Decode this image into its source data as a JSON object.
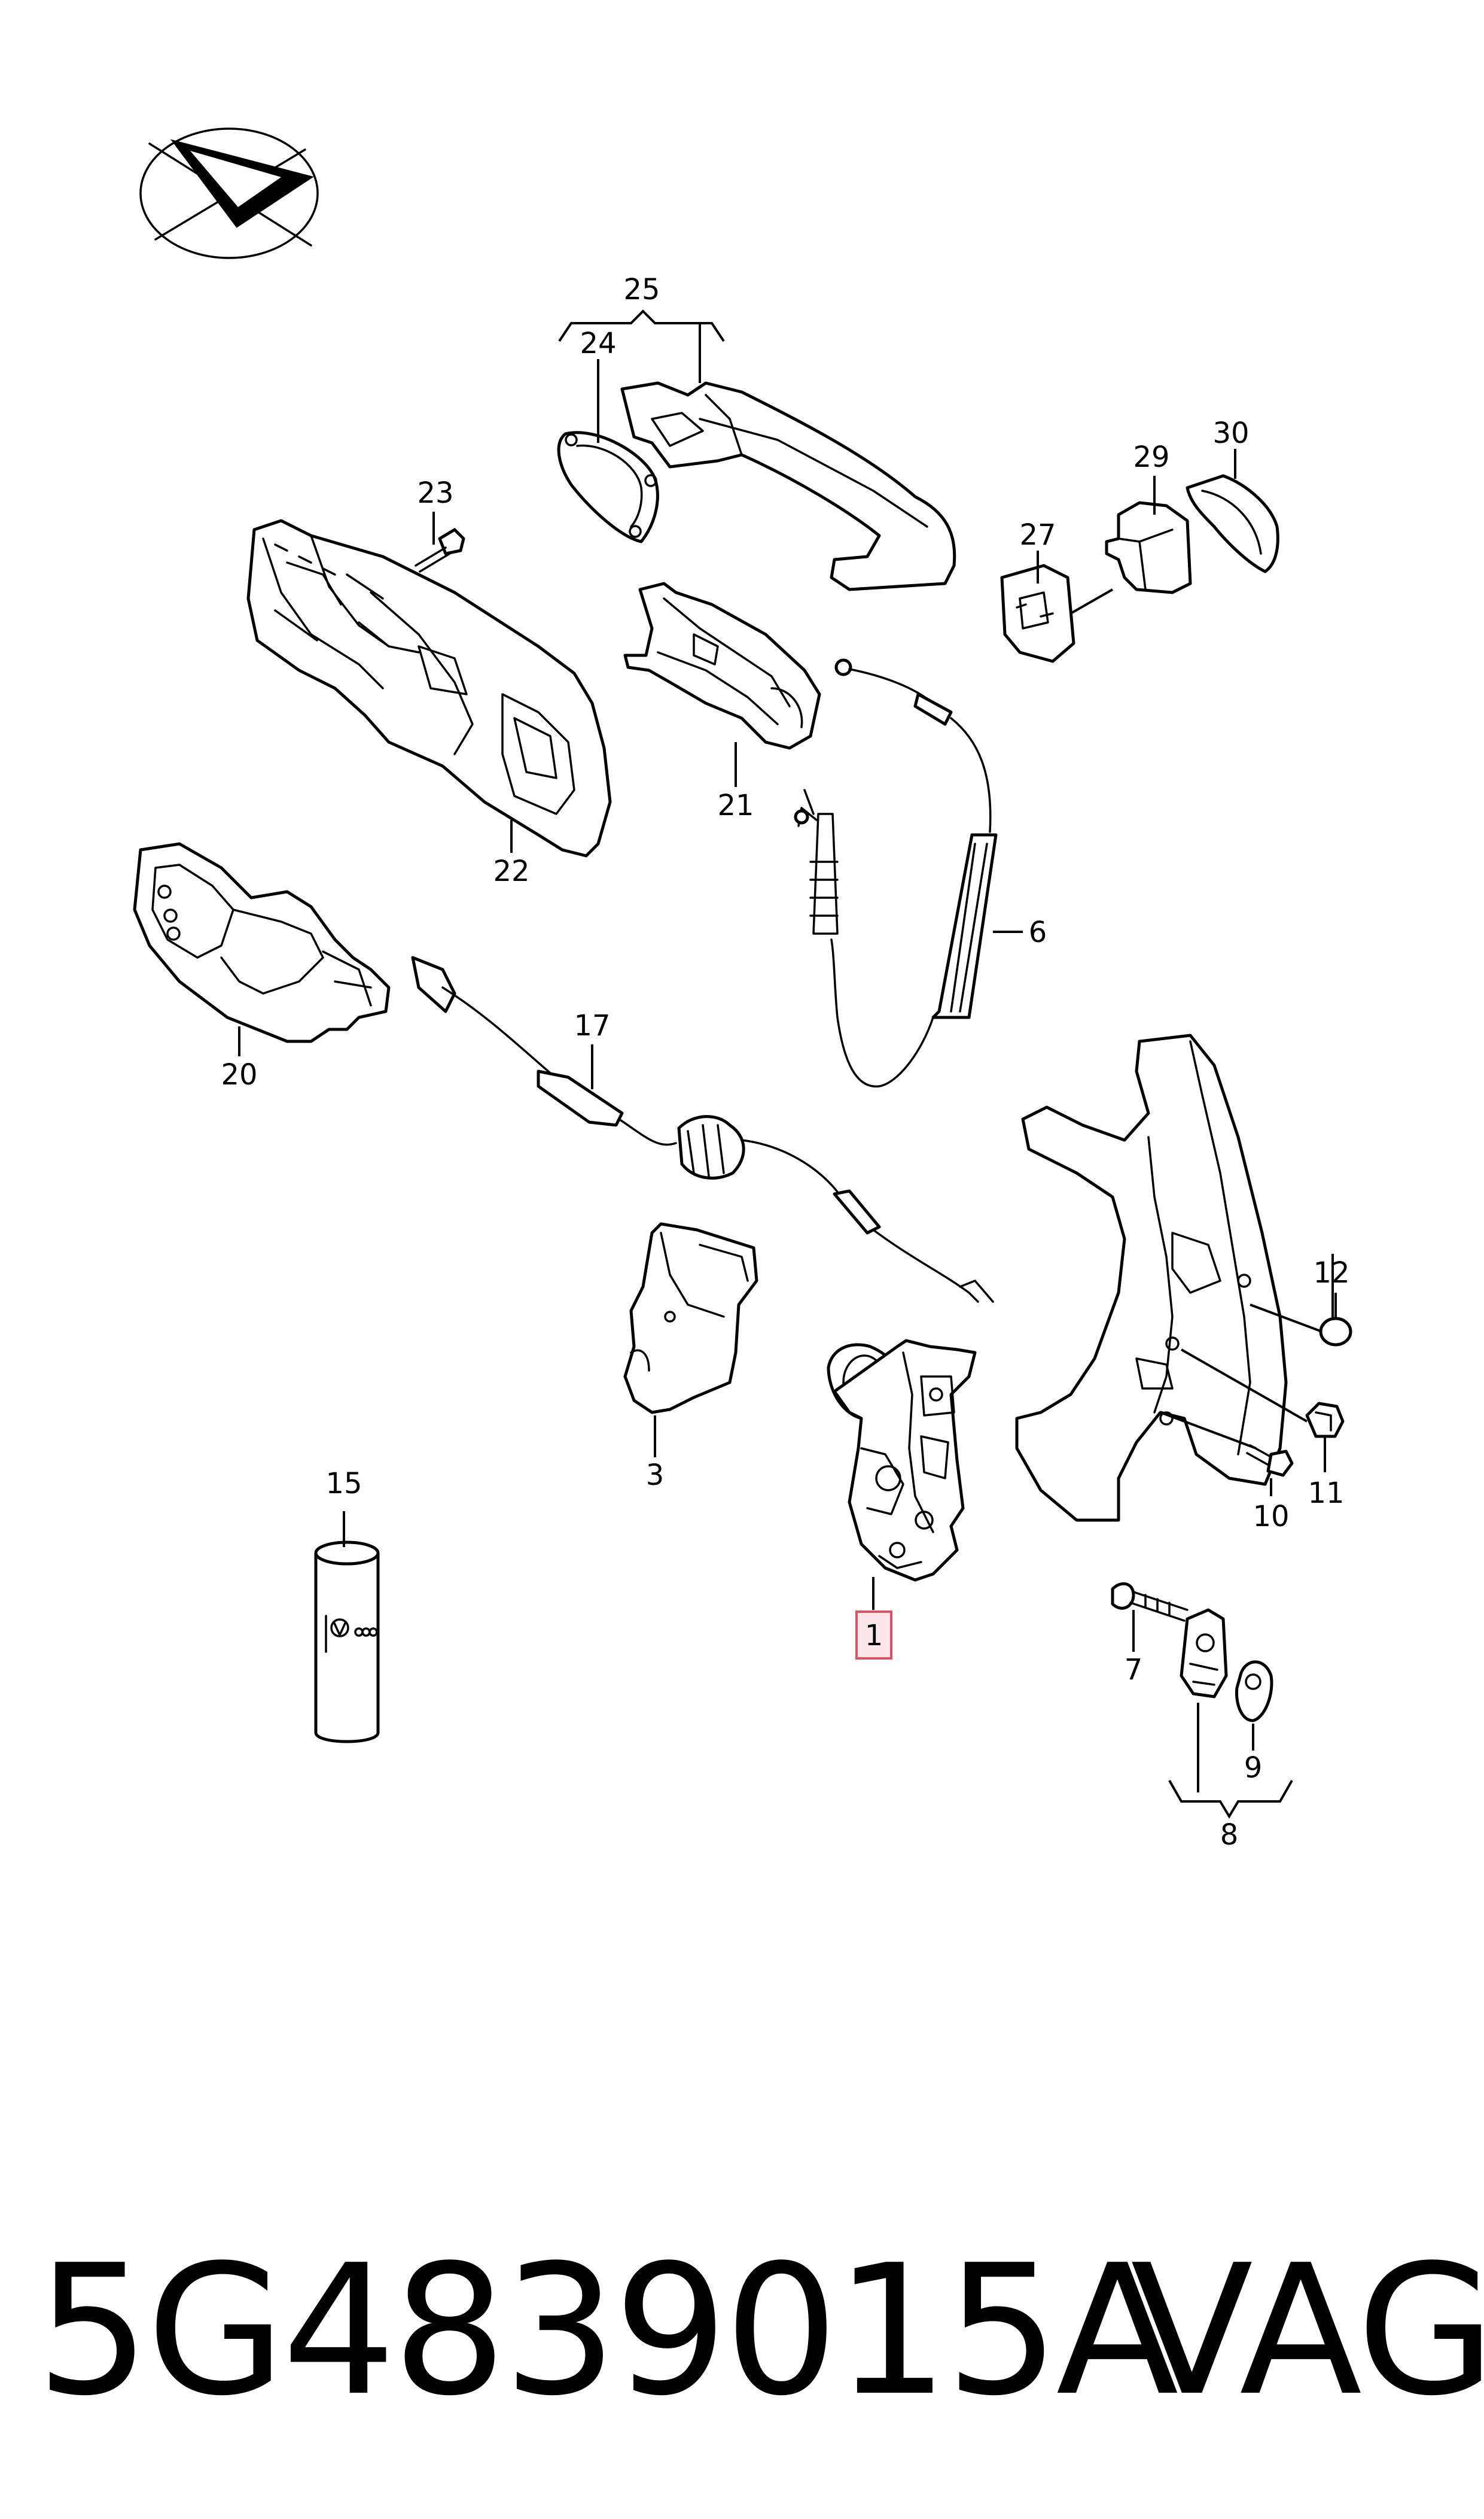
{
  "diagram": {
    "callouts": [
      {
        "id": "c1",
        "label": "1"
      },
      {
        "id": "c3",
        "label": "3"
      },
      {
        "id": "c6",
        "label": "6"
      },
      {
        "id": "c7",
        "label": "7"
      },
      {
        "id": "c8",
        "label": "8"
      },
      {
        "id": "c9",
        "label": "9"
      },
      {
        "id": "c10",
        "label": "10"
      },
      {
        "id": "c11",
        "label": "11"
      },
      {
        "id": "c12",
        "label": "12"
      },
      {
        "id": "c15",
        "label": "15"
      },
      {
        "id": "c17",
        "label": "17"
      },
      {
        "id": "c20",
        "label": "20"
      },
      {
        "id": "c21",
        "label": "21"
      },
      {
        "id": "c22",
        "label": "22"
      },
      {
        "id": "c23",
        "label": "23"
      },
      {
        "id": "c24",
        "label": "24"
      },
      {
        "id": "c25",
        "label": "25"
      },
      {
        "id": "c27",
        "label": "27"
      },
      {
        "id": "c29",
        "label": "29"
      },
      {
        "id": "c30",
        "label": "30"
      }
    ],
    "highlighted_callout": "1",
    "highlight_color": "#d9536b",
    "icons": [
      "view-direction-compass-icon"
    ]
  },
  "footer": {
    "part_number": "5G4839015A",
    "brand": "VAG"
  }
}
